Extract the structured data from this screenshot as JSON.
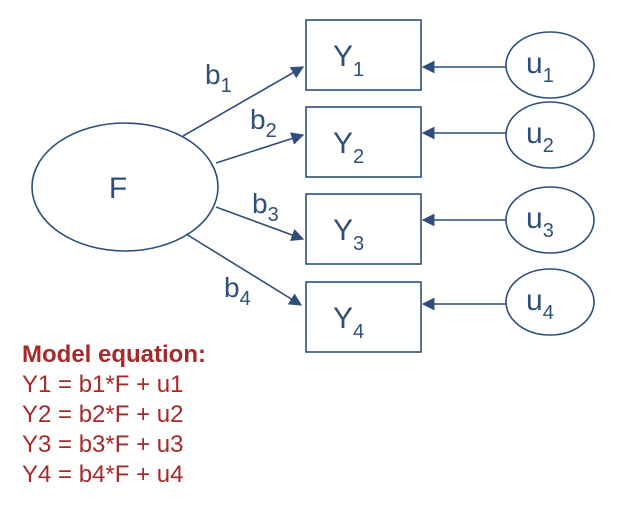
{
  "diagram": {
    "factor": {
      "label": "F"
    },
    "indicators": [
      {
        "label": "Y",
        "sub": "1"
      },
      {
        "label": "Y",
        "sub": "2"
      },
      {
        "label": "Y",
        "sub": "3"
      },
      {
        "label": "Y",
        "sub": "4"
      }
    ],
    "errors": [
      {
        "label": "u",
        "sub": "1"
      },
      {
        "label": "u",
        "sub": "2"
      },
      {
        "label": "u",
        "sub": "3"
      },
      {
        "label": "u",
        "sub": "4"
      }
    ],
    "loadings": [
      {
        "label": "b",
        "sub": "1"
      },
      {
        "label": "b",
        "sub": "2"
      },
      {
        "label": "b",
        "sub": "3"
      },
      {
        "label": "b",
        "sub": "4"
      }
    ]
  },
  "equations": {
    "heading": "Model equation:",
    "lines": [
      "Y1 = b1*F + u1",
      "Y2 = b2*F + u2",
      "Y3 = b3*F + u3",
      "Y4 = b4*F + u4"
    ]
  },
  "colors": {
    "stroke": "#2f4f7a",
    "equation_text": "#a52a2a"
  }
}
